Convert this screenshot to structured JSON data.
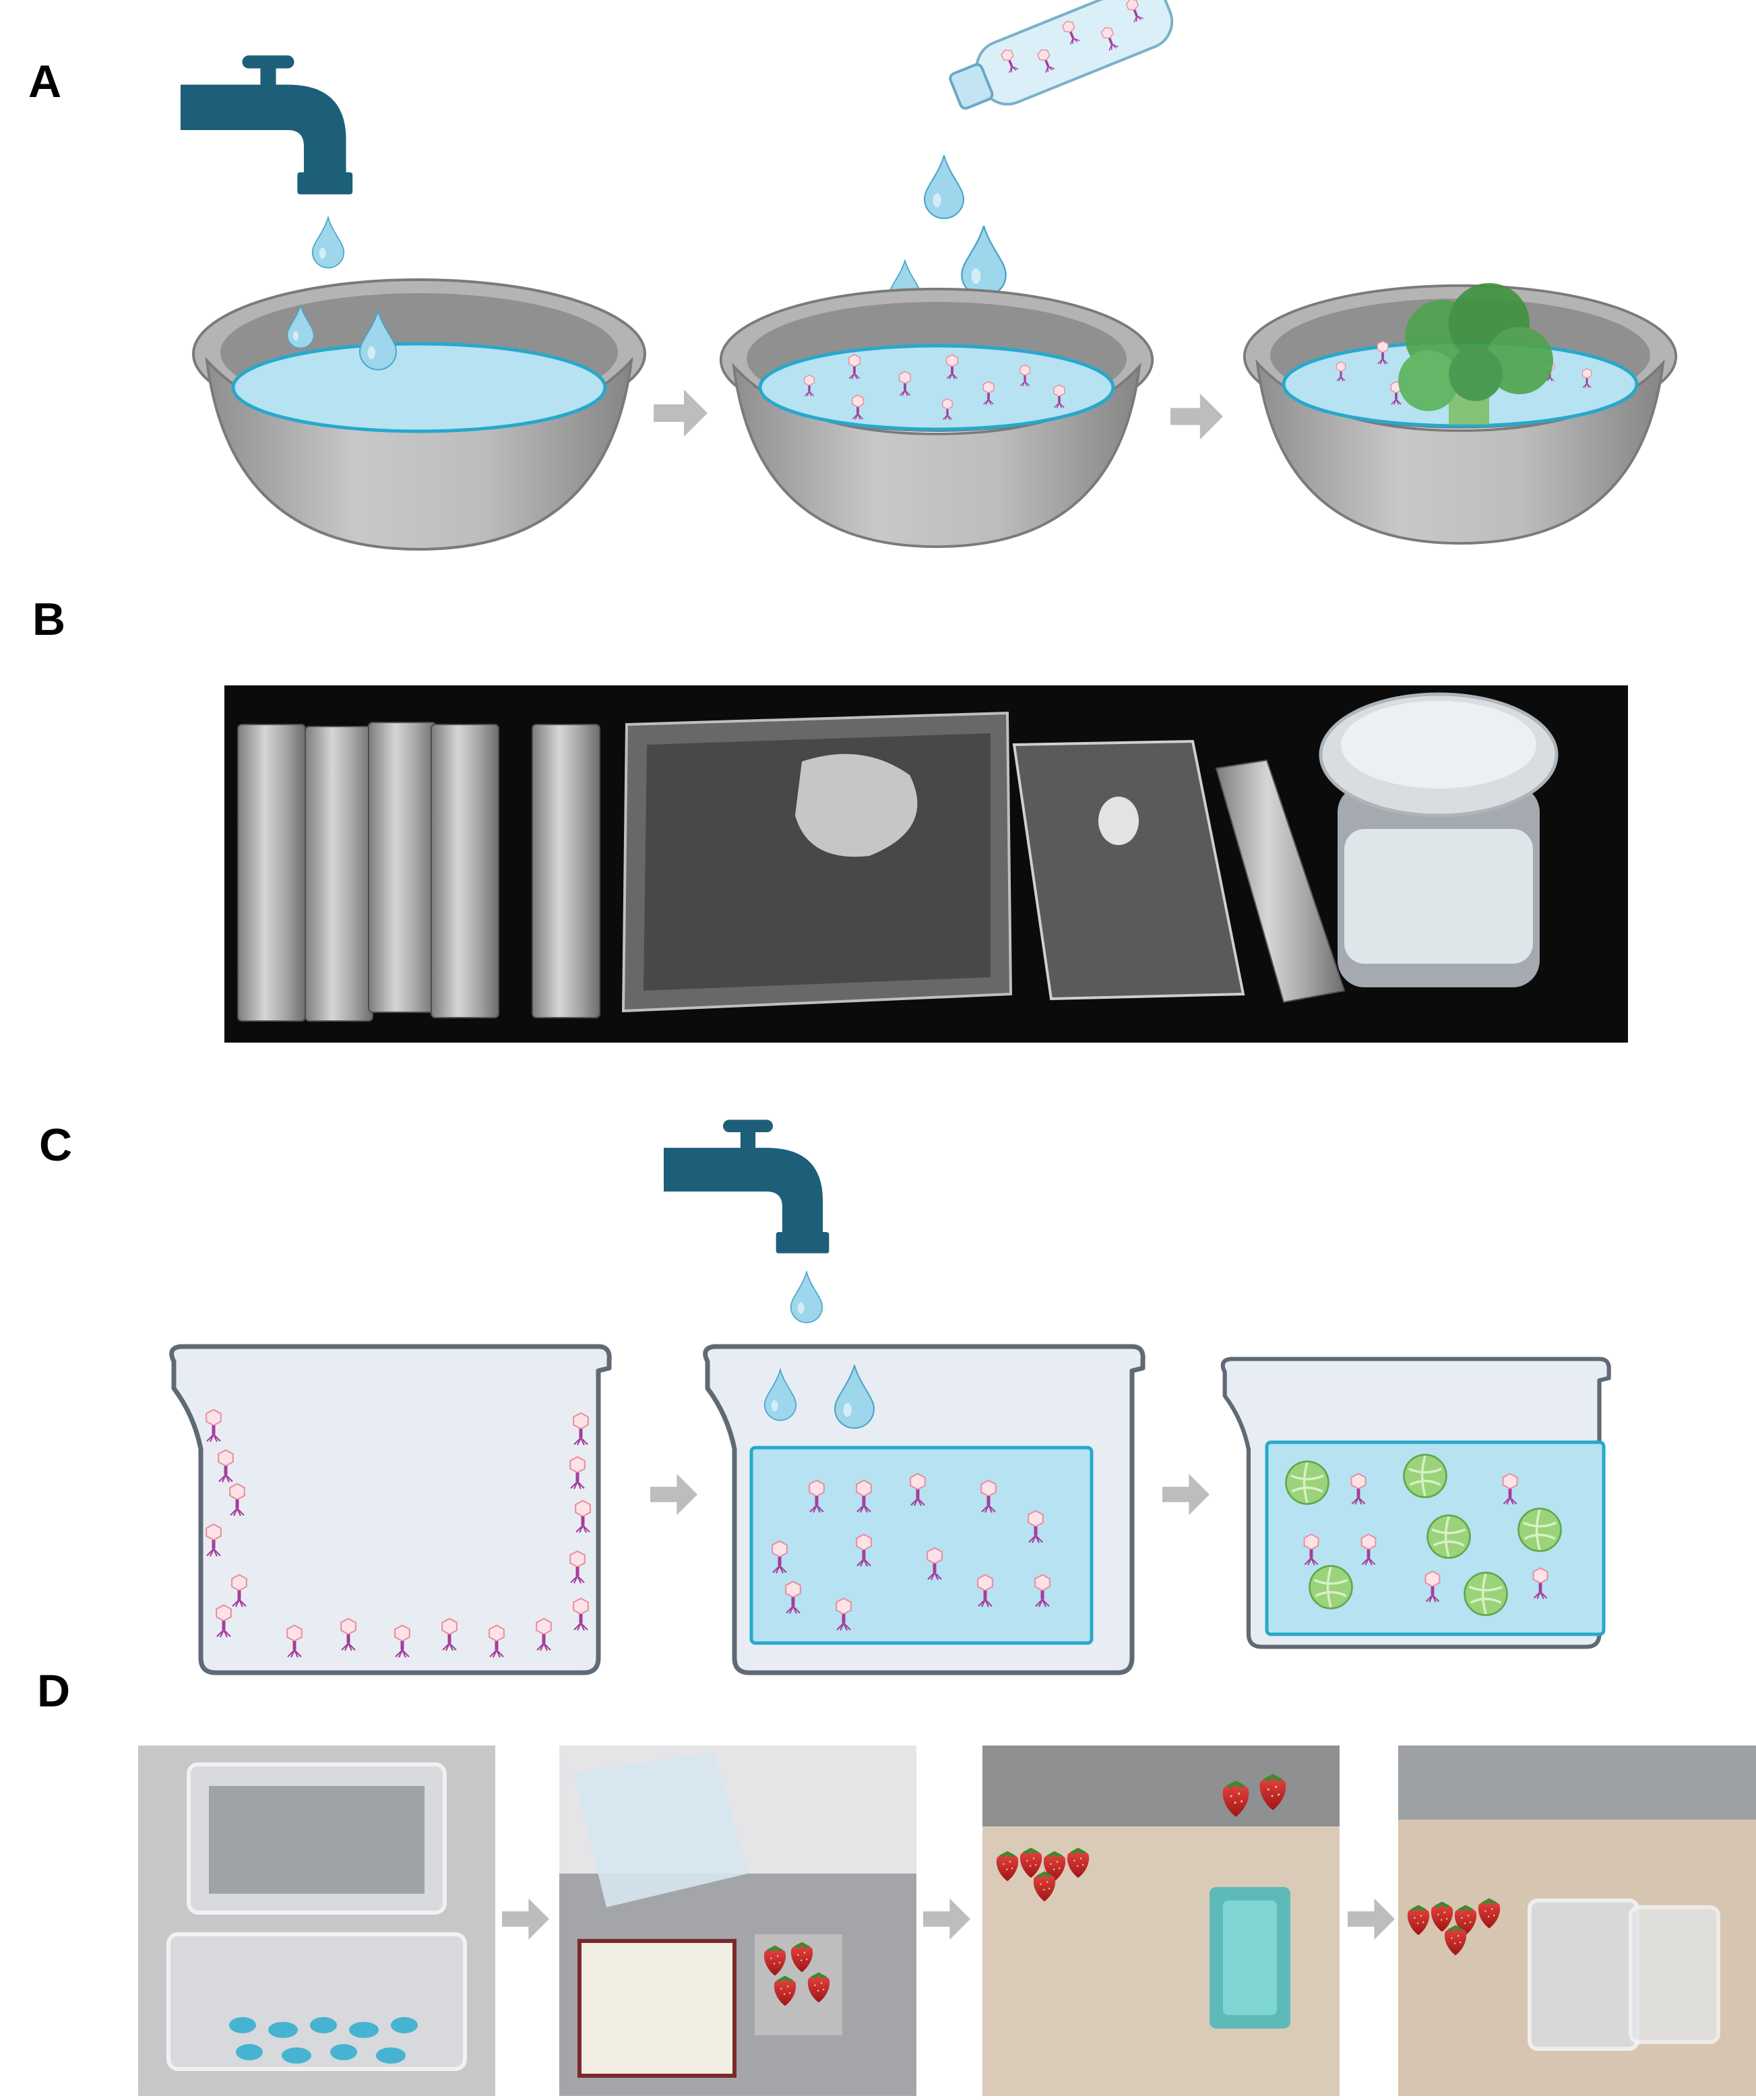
{
  "panels": {
    "a": {
      "label": "A"
    },
    "b": {
      "label": "B"
    },
    "c": {
      "label": "C"
    },
    "d": {
      "label": "D"
    }
  },
  "colors": {
    "tap": "#1d5f78",
    "water": "#b6e2f2",
    "water_edge": "#27a8cc",
    "bowl": "#b9b9b9",
    "bowl_dark": "#8f8f8f",
    "arrow": "#bdbdbd",
    "phage_head": "#f2a7b2",
    "phage_tail": "#a53d9b",
    "beaker": "#e7ebf2",
    "beaker_edge": "#5f6a75",
    "broccoli": "#4fa34d",
    "lettuce": "#8fcf6f",
    "strawberry": "#cc2222",
    "gel": "#6fc8d8"
  },
  "icons": [
    "faucet-icon",
    "water-drop-icon",
    "phage-bottle-icon",
    "bowl-icon",
    "beaker-icon",
    "broccoli-icon",
    "lettuce-icon",
    "arrow-right-icon"
  ]
}
